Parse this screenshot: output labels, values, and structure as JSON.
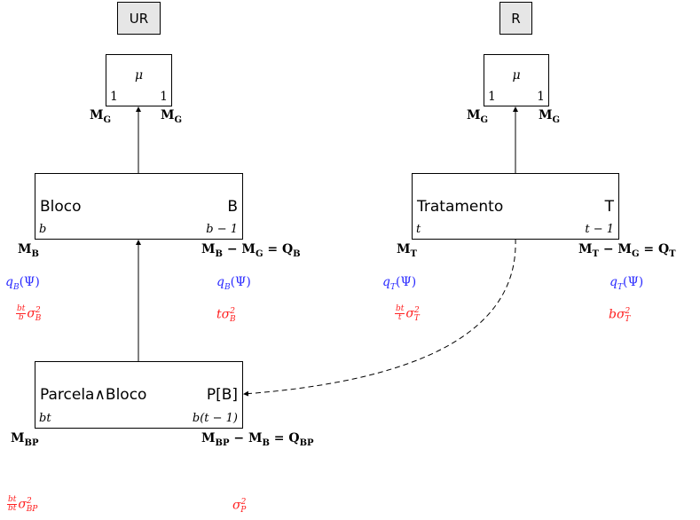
{
  "tags": {
    "unrandomized": "UR",
    "randomized": "R"
  },
  "left": {
    "mean": {
      "symbol": "μ",
      "levels": "1",
      "df": "1",
      "ms_left": "M",
      "ms_left_sub": "G",
      "ms_right": "M",
      "ms_right_sub": "G"
    },
    "block": {
      "name": "Bloco",
      "abbr": "B",
      "levels": "b",
      "df": "b − 1",
      "ms_left": "M",
      "ms_left_sub": "B",
      "ms_right_expr": "M",
      "ms_right_expr_sub1": "B",
      "ms_right_minus": " − M",
      "ms_right_expr_sub2": "G",
      "ms_right_eq": " = Q",
      "ms_right_expr_sub3": "B",
      "q_left": "q",
      "q_left_sub": "B",
      "q_left_arg": "(Ψ)",
      "q_right": "q",
      "q_right_sub": "B",
      "q_right_arg": "(Ψ)",
      "var_left_num": "bt",
      "var_left_den": "b",
      "var_left_sigma": "σ",
      "var_left_sup": "2",
      "var_left_sub": "B",
      "var_right_coef": "t",
      "var_right_sigma": "σ",
      "var_right_sup": "2",
      "var_right_sub": "B"
    },
    "plot": {
      "name": "Parcela∧Bloco",
      "abbr": "P[B]",
      "levels": "bt",
      "df": "b(t − 1)",
      "ms_left": "M",
      "ms_left_sub": "BP",
      "ms_right_expr": "M",
      "ms_right_expr_sub1": "BP",
      "ms_right_minus": " − M",
      "ms_right_expr_sub2": "B",
      "ms_right_eq": " = Q",
      "ms_right_expr_sub3": "BP",
      "var_left_num": "bt",
      "var_left_den": "bt",
      "var_left_sigma": "σ",
      "var_left_sup": "2",
      "var_left_sub": "BP",
      "var_right_sigma": "σ",
      "var_right_sup": "2",
      "var_right_sub": "P"
    }
  },
  "right": {
    "mean": {
      "symbol": "μ",
      "levels": "1",
      "df": "1",
      "ms_left": "M",
      "ms_left_sub": "G",
      "ms_right": "M",
      "ms_right_sub": "G"
    },
    "treatment": {
      "name": "Tratamento",
      "abbr": "T",
      "levels": "t",
      "df": "t − 1",
      "ms_left": "M",
      "ms_left_sub": "T",
      "ms_right_expr": "M",
      "ms_right_expr_sub1": "T",
      "ms_right_minus": " − M",
      "ms_right_expr_sub2": "G",
      "ms_right_eq": " = Q",
      "ms_right_expr_sub3": "T",
      "q_left": "q",
      "q_left_sub": "T",
      "q_left_arg": "(Ψ)",
      "q_right": "q",
      "q_right_sub": "T",
      "q_right_arg": "(Ψ)",
      "var_left_num": "bt",
      "var_left_den": "t",
      "var_left_sigma": "σ",
      "var_left_sup": "2",
      "var_left_sub": "T",
      "var_right_coef": "b",
      "var_right_sigma": "σ",
      "var_right_sup": "2",
      "var_right_sub": "T"
    }
  }
}
